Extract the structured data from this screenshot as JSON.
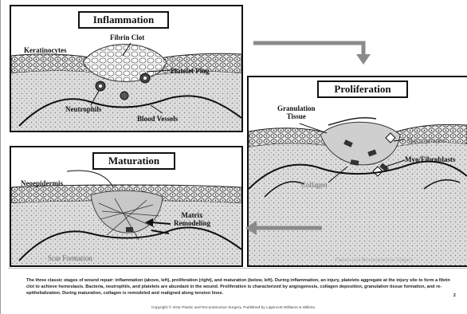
{
  "inflammation": {
    "title": "Inflammation",
    "labels": {
      "keratinocytes": "Keratinocytes",
      "fibrin_clot": "Fibrin Clot",
      "platelet_plug": "Platelet Plug",
      "neutrophils": "Neutrophils",
      "blood_vessels": "Blood Vessels"
    }
  },
  "proliferation": {
    "title": "Proliferation",
    "labels": {
      "granulation_tissue": "Granulation\nTissue",
      "macrophages": "Macrophages",
      "myo_fibroblasts": "Myo/Fibroblasts",
      "collagen": "Collagen"
    },
    "watermark": "Plastic and Reconstructive Surgery"
  },
  "maturation": {
    "title": "Maturation",
    "labels": {
      "neoepidermis": "Neoepidermis",
      "matrix_remodeling": "Matrix\nRemodeling",
      "scar_formation": "Scar Formation"
    }
  },
  "caption": "The three classic stages of wound repair: inflammation (above, left), proliferation (right), and maturation (below, left). During inflammation, an injury, platelets aggregate at the injury site to form a fibrin clot to achieve hemostasis. Bacteria, neutrophils, and platelets are abundant in the wound. Proliferation is characterized by angiogenesis, collagen deposition, granulation tissue formation, and re-epithelialization. During maturation, collagen is remodeled and realigned along tension lines.",
  "copyright": "Copyright © 2011 Plastic and Reconstructive Surgery. Published by Lippincott Williams & Wilkins.",
  "page_number": "2",
  "colors": {
    "ink": "#111111",
    "tissue": "#d8d8d8",
    "arrow": "#8a8a8a"
  }
}
